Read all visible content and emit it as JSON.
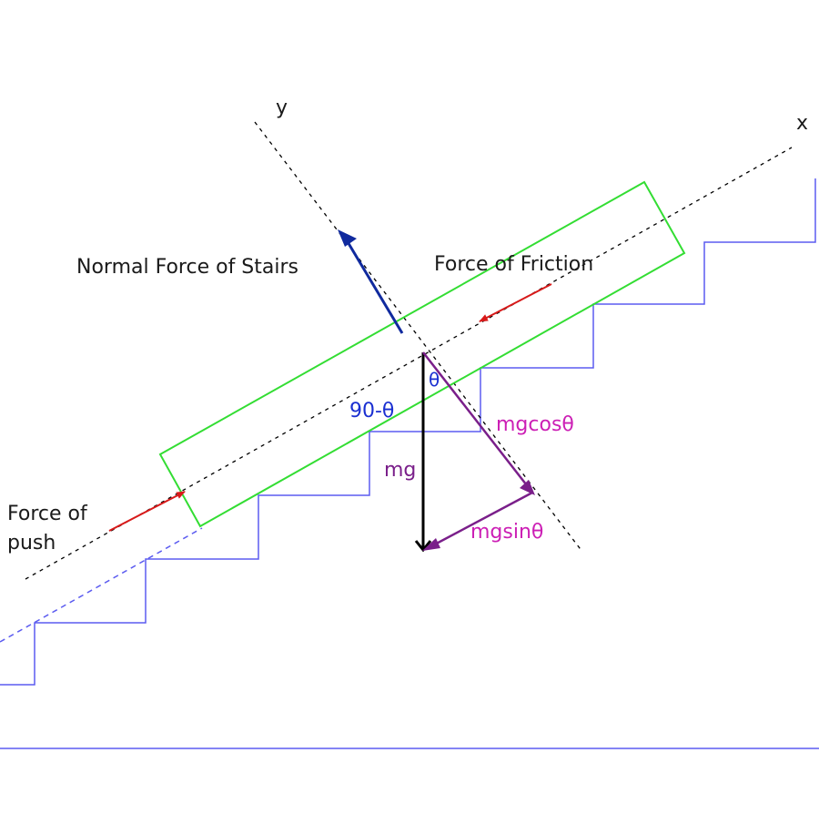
{
  "labels": {
    "axis_x": "x",
    "axis_y": "y",
    "normal_force": "Normal Force of Stairs",
    "friction_force": "Force of Friction",
    "push_line1": "Force of",
    "push_line2": "push",
    "theta": "θ",
    "ninety_minus_theta": "90-θ",
    "mg": "mg",
    "mgcos": "mgcosθ",
    "mgsin": "mgsinθ"
  },
  "colors": {
    "stairs": "#5b5bf0",
    "box": "#33dd33",
    "axis": "#000000",
    "normal_arrow": "#102a9e",
    "push_friction_arrow": "#d81a1a",
    "weight_arrow": "#000000",
    "component_arrow": "#7a1f8a",
    "component_label": "#cc1fb5",
    "mg_label": "#7a1f8a",
    "angle_label": "#1a2fd1",
    "text": "#1a1a1a"
  }
}
